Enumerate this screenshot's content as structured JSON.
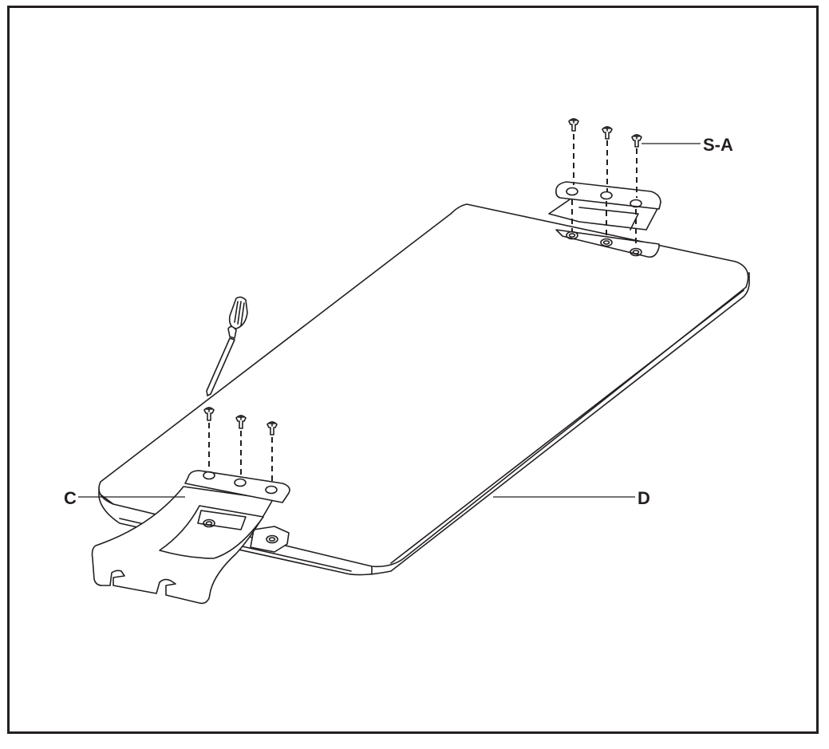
{
  "labels": {
    "screws_top": "S-A",
    "bracket": "C",
    "board": "D"
  },
  "colors": {
    "line": "#231f20",
    "background": "#ffffff"
  },
  "icons": {
    "screwdriver": "screwdriver-icon",
    "screw": "screw-icon"
  }
}
